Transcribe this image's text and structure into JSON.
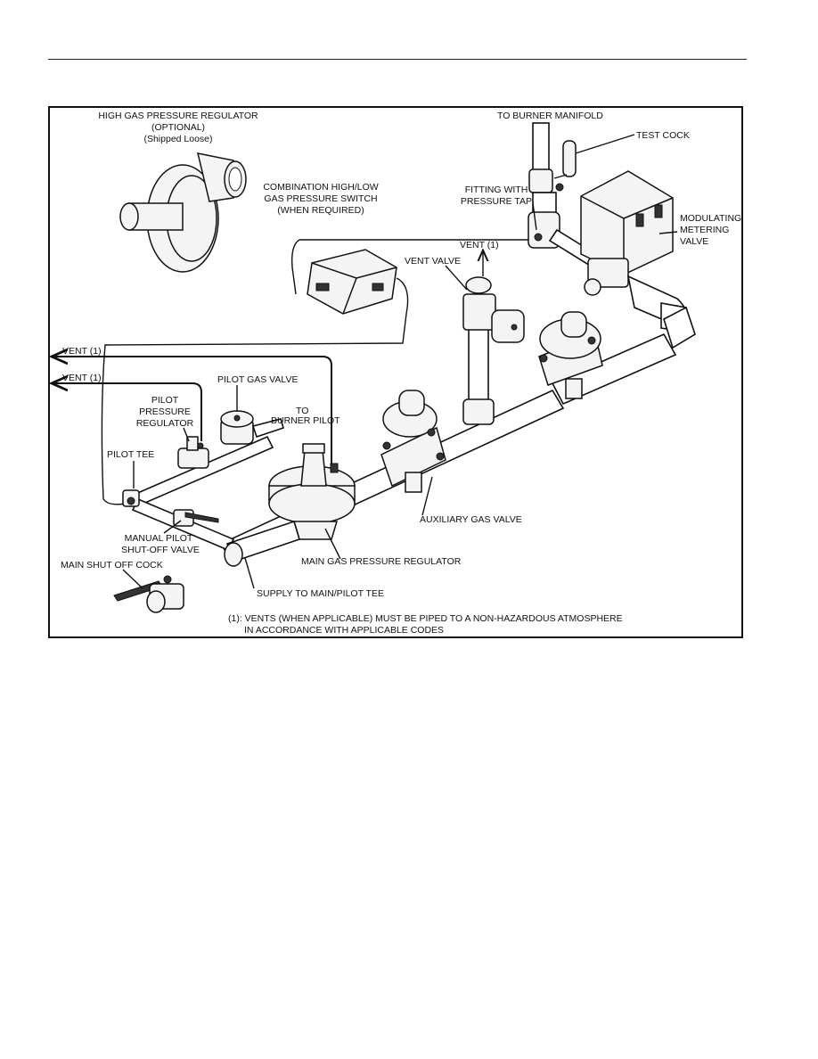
{
  "labels": {
    "high_gas_regulator": [
      "HIGH GAS PRESSURE REGULATOR",
      "(OPTIONAL)",
      "(Shipped Loose)"
    ],
    "to_burner_manifold": "TO BURNER MANIFOLD",
    "test_cock": "TEST COCK",
    "combination_switch": [
      "COMBINATION HIGH/LOW",
      "GAS PRESSURE SWITCH",
      "(WHEN REQUIRED)"
    ],
    "fitting_with_tap": [
      "FITTING WITH",
      "PRESSURE TAP"
    ],
    "modulating_valve": [
      "MODULATING",
      "METERING",
      "VALVE"
    ],
    "vent_top": "VENT (1)",
    "vent_valve": "VENT VALVE",
    "vent_left_1": "VENT (1)",
    "vent_left_2": "VENT (1)",
    "pilot_gas_valve": "PILOT GAS VALVE",
    "pilot_regulator": [
      "PILOT",
      "PRESSURE",
      "REGULATOR"
    ],
    "to_burner_pilot": [
      "TO",
      "BURNER PILOT"
    ],
    "pilot_tee": "PILOT TEE",
    "auxiliary_gas_valve": "AUXILIARY GAS VALVE",
    "manual_pilot_valve": [
      "MANUAL PILOT",
      "SHUT-OFF VALVE"
    ],
    "main_regulator": "MAIN GAS PRESSURE REGULATOR",
    "main_shutoff": "MAIN SHUT OFF COCK",
    "supply_tee": "SUPPLY TO MAIN/PILOT TEE",
    "note": [
      "(1): VENTS (WHEN APPLICABLE) MUST BE PIPED TO A NON-HAZARDOUS ATMOSPHERE",
      "IN ACCORDANCE WITH APPLICABLE CODES"
    ]
  }
}
